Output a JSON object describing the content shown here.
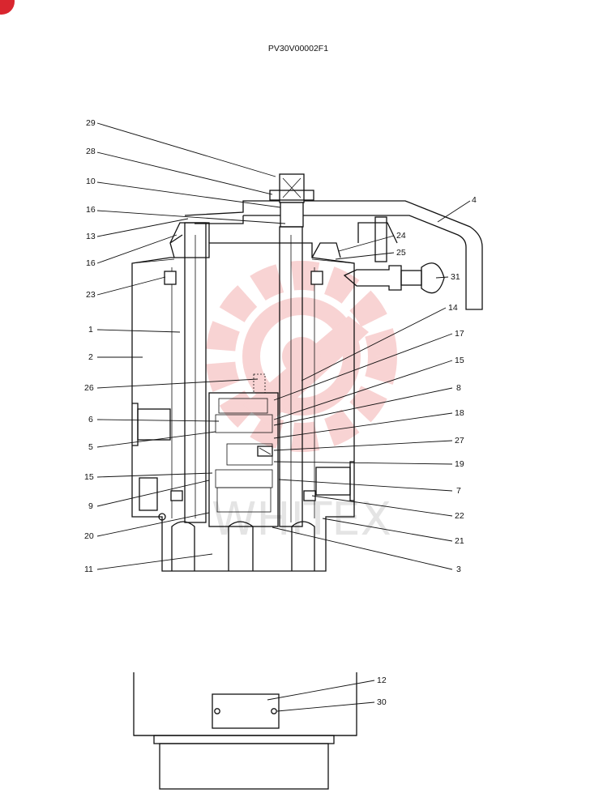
{
  "title": "PV30V00002F1",
  "colors": {
    "ink": "#111111",
    "watermark_red": "#e23a3a",
    "corner_badge": "#d9262f"
  },
  "watermark": {
    "text": "WHITEX",
    "icon": "gear-wrench-logo"
  },
  "labels": [
    "29",
    "28",
    "10",
    "16",
    "13",
    "16",
    "23",
    "1",
    "2",
    "26",
    "6",
    "5",
    "15",
    "9",
    "20",
    "11",
    "4",
    "24",
    "25",
    "31",
    "14",
    "17",
    "15",
    "8",
    "18",
    "27",
    "19",
    "7",
    "22",
    "21",
    "3",
    "12",
    "30"
  ]
}
